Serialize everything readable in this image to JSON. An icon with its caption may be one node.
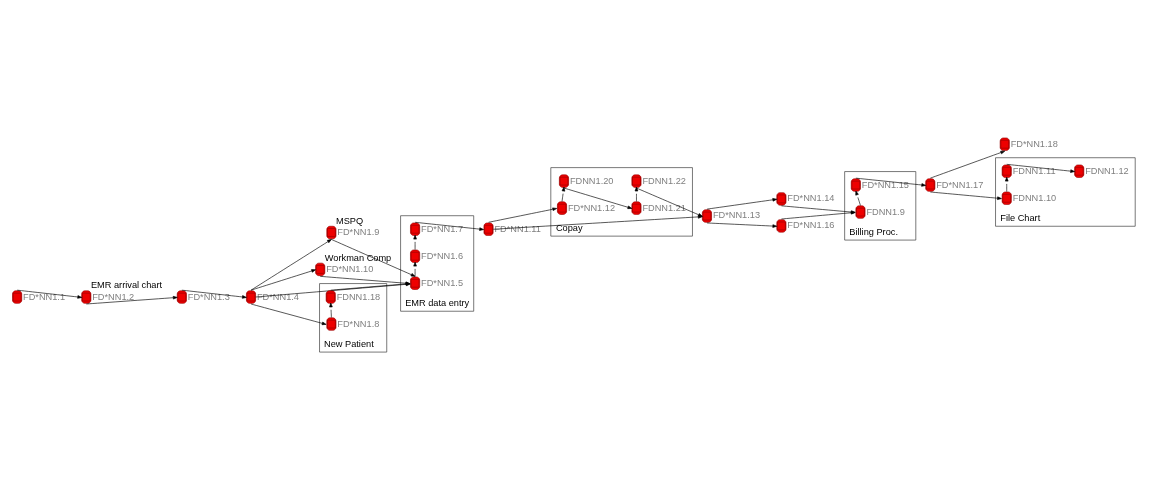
{
  "diagram": {
    "nodes": [
      {
        "text": [
          "FD*NN1.1"
        ]
      },
      {
        "text": [
          "FD*NN1.2"
        ],
        "beside": [
          "EMR arrival chart"
        ]
      },
      {
        "text": [
          "FD*NN1.3"
        ]
      },
      {
        "text": [
          "FD*NN1.4"
        ]
      },
      {
        "text": [
          "FD*NN1.9"
        ],
        "beside": [
          "MSPQ"
        ]
      },
      {
        "text": [
          "FD*NN1.10"
        ],
        "beside": [
          "Workman Comp"
        ]
      },
      {
        "text": [
          "New Patient"
        ]
      },
      {
        "text": [
          "FD*NN1.8"
        ],
        "in": 6
      },
      {
        "text": [
          "FDNN1.18"
        ],
        "in": 6
      },
      {
        "text": [
          "EMR data entry"
        ]
      },
      {
        "text": [
          "FD*NN1.5"
        ],
        "in": 9
      },
      {
        "text": [
          "FD*NN1.6"
        ],
        "in": 9
      },
      {
        "text": [
          "FD*NN1.7"
        ],
        "in": 9
      },
      {
        "text": [
          "FD*NN1.11"
        ]
      },
      {
        "text": [
          "Copay"
        ]
      },
      {
        "text": [
          "FD*NN1.12"
        ],
        "in": 14
      },
      {
        "text": [
          "FDNN1.20"
        ],
        "in": 14
      },
      {
        "text": [
          "FDNN1.21"
        ],
        "in": 14
      },
      {
        "text": [
          "FDNN1.22"
        ],
        "in": 14
      },
      {
        "text": [
          "FD*NN1.13"
        ]
      },
      {
        "text": [
          "FD*NN1.14"
        ]
      },
      {
        "text": [
          "FD*NN1.16"
        ]
      },
      {
        "text": [
          "Billing Proc."
        ]
      },
      {
        "text": [
          "FDNN1.9"
        ],
        "in": 22
      },
      {
        "text": [
          "FD*NN1.15"
        ],
        "in": 22
      },
      {
        "text": [
          "FD*NN1.18"
        ]
      },
      {
        "text": [
          "FD*NN1.17"
        ]
      },
      {
        "text": [
          "File Chart"
        ]
      },
      {
        "text": [
          "FDNN1.10"
        ],
        "in": 27
      },
      {
        "text": [
          "FDNN1.11"
        ],
        "in": 27
      },
      {
        "text": [
          "FDNN1.12"
        ],
        "in": 27
      }
    ],
    "edges": [
      {
        "from": 0,
        "to": 1,
        "arrow": "to"
      },
      {
        "from": 1,
        "to": 2,
        "arrow": "to"
      },
      {
        "from": 2,
        "to": 3,
        "arrow": "to"
      },
      {
        "from": 3,
        "to": 4,
        "arrow": "to"
      },
      {
        "from": 3,
        "to": 5,
        "arrow": "to"
      },
      {
        "from": 3,
        "to": 7,
        "arrow": "to"
      },
      {
        "from": 3,
        "to": 10,
        "arrow": "to"
      },
      {
        "from": 4,
        "to": 10,
        "arrow": "to"
      },
      {
        "from": 5,
        "to": 10,
        "arrow": "to"
      },
      {
        "from": 7,
        "to": 8,
        "arrow": "to"
      },
      {
        "from": 8,
        "to": 10,
        "arrow": "to"
      },
      {
        "from": 10,
        "to": 11,
        "arrow": "to"
      },
      {
        "from": 11,
        "to": 12,
        "arrow": "to"
      },
      {
        "from": 12,
        "to": 13,
        "arrow": "to"
      },
      {
        "from": 13,
        "to": 15,
        "arrow": "to"
      },
      {
        "from": 15,
        "to": 16,
        "arrow": "to"
      },
      {
        "from": 16,
        "to": 17,
        "arrow": "to"
      },
      {
        "from": 17,
        "to": 18,
        "arrow": "to"
      },
      {
        "from": 18,
        "to": 19,
        "arrow": "to"
      },
      {
        "from": 13,
        "to": 19,
        "arrow": "to"
      },
      {
        "from": 19,
        "to": 20,
        "arrow": "to"
      },
      {
        "from": 19,
        "to": 21,
        "arrow": "to"
      },
      {
        "from": 20,
        "to": 23,
        "arrow": "to"
      },
      {
        "from": 21,
        "to": 23,
        "arrow": "to"
      },
      {
        "from": 23,
        "to": 24,
        "arrow": "to"
      },
      {
        "from": 24,
        "to": 26,
        "arrow": "to"
      },
      {
        "from": 26,
        "to": 25,
        "arrow": "to"
      },
      {
        "from": 26,
        "to": 28,
        "arrow": "to"
      },
      {
        "from": 28,
        "to": 29,
        "arrow": "to"
      },
      {
        "from": 29,
        "to": 30,
        "arrow": "to"
      }
    ]
  }
}
